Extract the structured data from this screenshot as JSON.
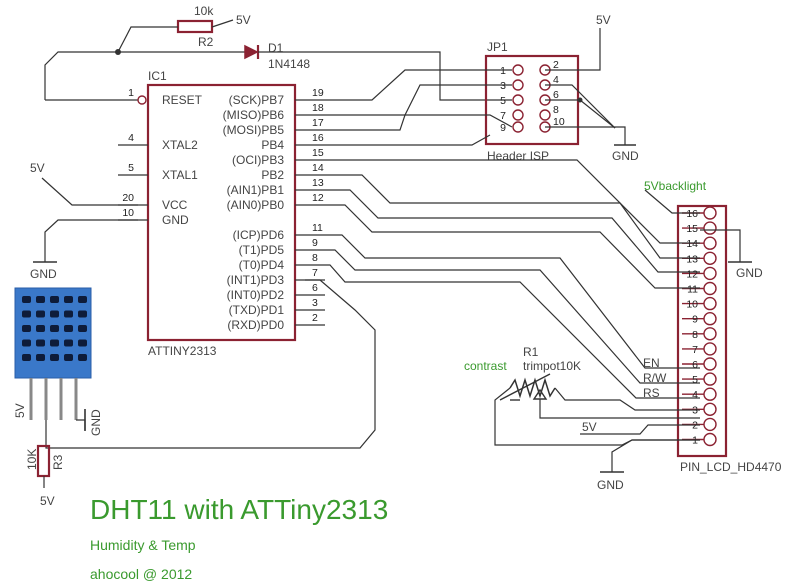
{
  "texts": {
    "r2_value": "10k",
    "r2_label": "R2",
    "r2_supply": "5V",
    "d1_label": "D1",
    "d1_value": "1N4148",
    "jp1_supply": "5V",
    "jp1_label": "JP1",
    "jp1_name": "Header ISP",
    "jp1_gnd": "GND",
    "ic1_label": "IC1",
    "ic1_name": "ATTINY2313",
    "vcc_supply": "5V",
    "ic_gnd": "GND",
    "dht_5v": "5V",
    "dht_gnd": "GND",
    "r3_value": "10K",
    "r3_label": "R3",
    "r3_supply": "5V",
    "backlight": "5Vbacklight",
    "lcd_gnd": "GND",
    "lcd_name": "PIN_LCD_HD4470",
    "lcd_en": "EN",
    "lcd_rw": "R/W",
    "lcd_rs": "RS",
    "contrast": "contrast",
    "r1_label": "R1",
    "r1_value": "trimpot10K",
    "trim_5v": "5V",
    "bottom_gnd": "GND",
    "title": "DHT11 with ATTiny2313",
    "subtitle": "Humidity & Temp",
    "author": "ahocool @ 2012"
  },
  "ic_pins_left": [
    {
      "name": "RESET",
      "num": "1"
    },
    {
      "name": "XTAL2",
      "num": "4"
    },
    {
      "name": "XTAL1",
      "num": "5"
    },
    {
      "name": "VCC",
      "num": "20"
    },
    {
      "name": "GND",
      "num": "10"
    }
  ],
  "ic_pins_right": [
    {
      "name": "(SCK)PB7",
      "num": "19"
    },
    {
      "name": "(MISO)PB6",
      "num": "18"
    },
    {
      "name": "(MOSI)PB5",
      "num": "17"
    },
    {
      "name": "PB4",
      "num": "16"
    },
    {
      "name": "(OCI)PB3",
      "num": "15"
    },
    {
      "name": "PB2",
      "num": "14"
    },
    {
      "name": "(AIN1)PB1",
      "num": "13"
    },
    {
      "name": "(AIN0)PB0",
      "num": "12"
    },
    {
      "name": "(ICP)PD6",
      "num": "11"
    },
    {
      "name": "(T1)PD5",
      "num": "9"
    },
    {
      "name": "(T0)PD4",
      "num": "8"
    },
    {
      "name": "(INT1)PD3",
      "num": "7"
    },
    {
      "name": "(INT0)PD2",
      "num": "6"
    },
    {
      "name": "(TXD)PD1",
      "num": "3"
    },
    {
      "name": "(RXD)PD0",
      "num": "2"
    }
  ],
  "jp1_odd": [
    "1",
    "3",
    "5",
    "7",
    "9"
  ],
  "jp1_even": [
    "2",
    "4",
    "6",
    "8",
    "10"
  ],
  "lcd_pins": [
    "16",
    "15",
    "14",
    "13",
    "12",
    "11",
    "10",
    "9",
    "8",
    "7",
    "6",
    "5",
    "4",
    "3",
    "2",
    "1"
  ]
}
